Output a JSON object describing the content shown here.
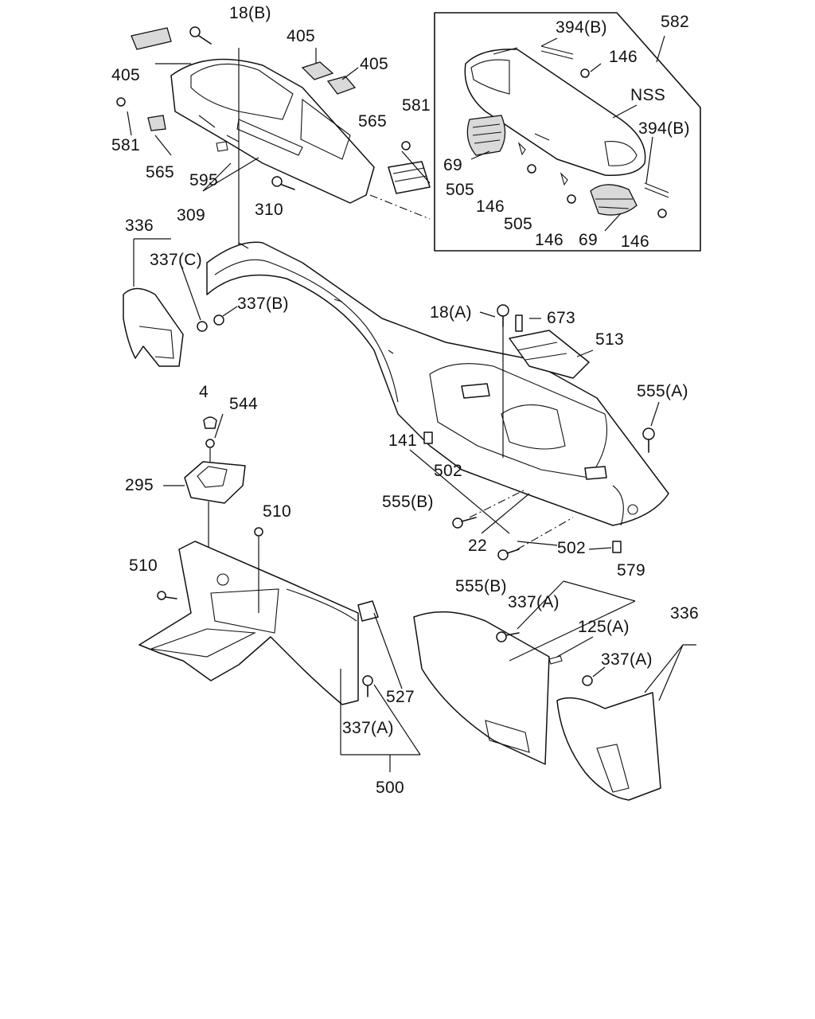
{
  "diagram": {
    "callouts": {
      "c18b": "18(B)",
      "c405a": "405",
      "c405b": "405",
      "c405c": "405",
      "c581a": "581",
      "c565a": "565",
      "c595": "595",
      "c309": "309",
      "c310": "310",
      "c565b": "565",
      "c581b": "581",
      "c394b1": "394(B)",
      "c582": "582",
      "c146a": "146",
      "cnss": "NSS",
      "c394b2": "394(B)",
      "c69a": "69",
      "c505a": "505",
      "c146b": "146",
      "c505b": "505",
      "c146c": "146",
      "c69b": "69",
      "c146d": "146",
      "c336a": "336",
      "c337c": "337(C)",
      "c337b": "337(B)",
      "c18a": "18(A)",
      "c673": "673",
      "c513": "513",
      "c555a": "555(A)",
      "c4": "4",
      "c544": "544",
      "c141": "141",
      "c502a": "502",
      "c295": "295",
      "c555b1": "555(B)",
      "c510a": "510",
      "c22": "22",
      "c502b": "502",
      "c579": "579",
      "c510b": "510",
      "c555b2": "555(B)",
      "c337a1": "337(A)",
      "c125a": "125(A)",
      "c336b": "336",
      "c337a2": "337(A)",
      "c527": "527",
      "c337a3": "337(A)",
      "c500": "500"
    }
  }
}
